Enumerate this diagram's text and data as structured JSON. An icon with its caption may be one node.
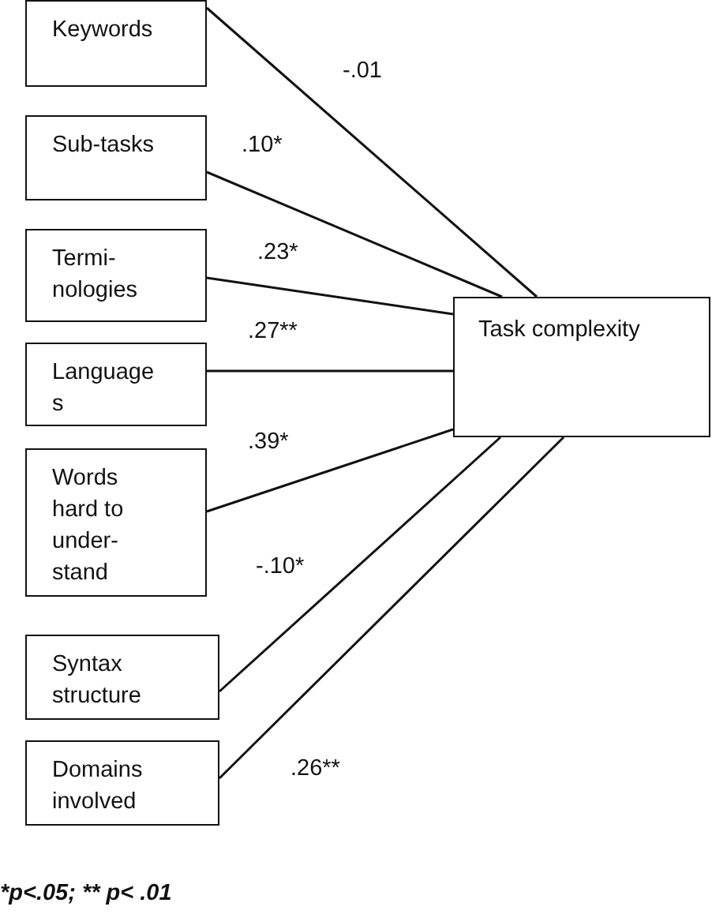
{
  "diagram": {
    "nodes": [
      {
        "text": [
          "Keywords"
        ]
      },
      {
        "text": [
          "Sub-tasks"
        ]
      },
      {
        "text": [
          "Termi- nologies"
        ]
      },
      {
        "text": [
          "Language s"
        ]
      },
      {
        "text": [
          "Words hard to under- stand"
        ]
      },
      {
        "text": [
          "Syntax structure"
        ]
      },
      {
        "text": [
          "Domains involved"
        ]
      },
      {
        "text": [
          "Task complexity"
        ]
      }
    ],
    "edges": [
      {
        "from": 0,
        "to": 7,
        "arrow": "none",
        "label": "-.01"
      },
      {
        "from": 1,
        "to": 7,
        "arrow": "none",
        "label": ".10*"
      },
      {
        "from": 2,
        "to": 7,
        "arrow": "none",
        "label": ".23*"
      },
      {
        "from": 3,
        "to": 7,
        "arrow": "none",
        "label": ".27**"
      },
      {
        "from": 4,
        "to": 7,
        "arrow": "none",
        "label": ".39*"
      },
      {
        "from": 5,
        "to": 7,
        "arrow": "none",
        "label": "-.10*"
      },
      {
        "from": 6,
        "to": 7,
        "arrow": "none",
        "label": ".26**"
      }
    ],
    "labels": [
      "*p<.05; ** p< .01"
    ]
  }
}
